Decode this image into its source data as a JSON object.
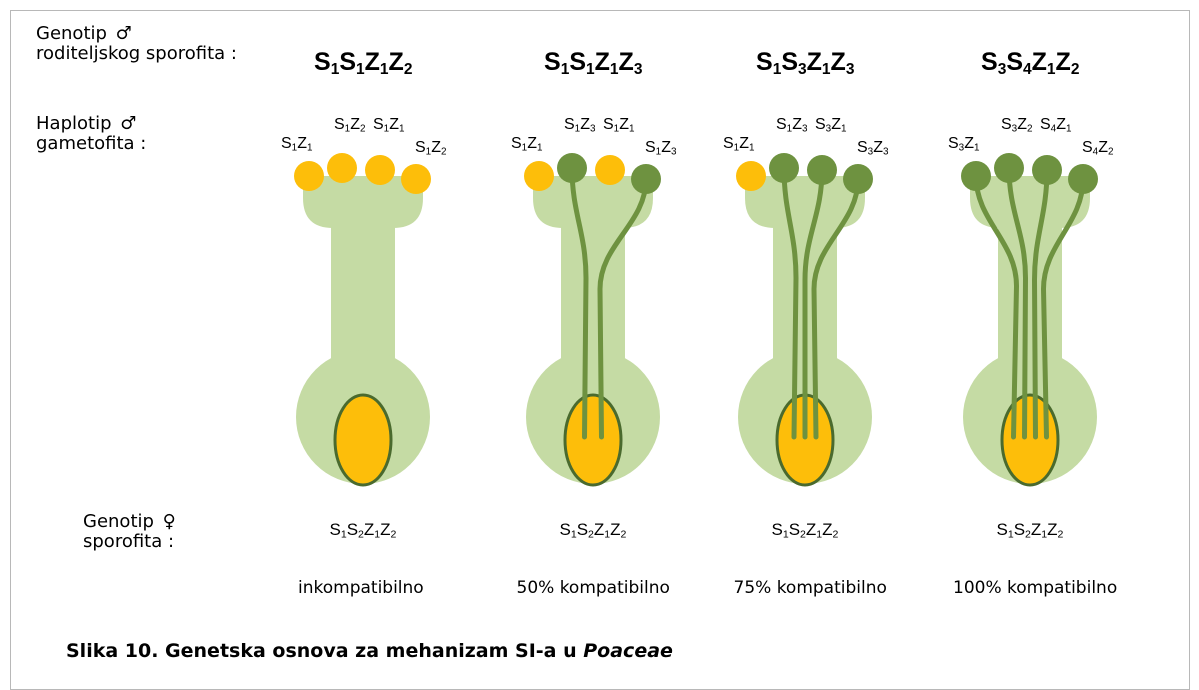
{
  "labels": {
    "male_parent_genotype": [
      "Genotip ",
      "roditeljskog sporofita :"
    ],
    "male_gametophyte_haplotype": [
      "Haplotip ",
      "gametofita :"
    ],
    "female_sporophyte_genotype": [
      "Genotip ",
      "sporofita :"
    ],
    "male_symbol": "♂",
    "female_symbol": "♀"
  },
  "columns": [
    {
      "parent_genotype": [
        [
          "S",
          "1"
        ],
        [
          "S",
          "1"
        ],
        [
          "Z",
          "1"
        ],
        [
          "Z",
          "2"
        ]
      ],
      "pollen": [
        {
          "label": [
            [
              "S",
              "1"
            ],
            [
              "Z",
              "1"
            ]
          ],
          "compatible": false
        },
        {
          "label": [
            [
              "S",
              "1"
            ],
            [
              "Z",
              "2"
            ]
          ],
          "compatible": false
        },
        {
          "label": [
            [
              "S",
              "1"
            ],
            [
              "Z",
              "1"
            ]
          ],
          "compatible": false
        },
        {
          "label": [
            [
              "S",
              "1"
            ],
            [
              "Z",
              "2"
            ]
          ],
          "compatible": false
        }
      ],
      "female_genotype": [
        [
          "S",
          "1"
        ],
        [
          "S",
          "2"
        ],
        [
          "Z",
          "1"
        ],
        [
          "Z",
          "2"
        ]
      ],
      "result": "inkompatibilno"
    },
    {
      "parent_genotype": [
        [
          "S",
          "1"
        ],
        [
          "S",
          "1"
        ],
        [
          "Z",
          "1"
        ],
        [
          "Z",
          "3"
        ]
      ],
      "pollen": [
        {
          "label": [
            [
              "S",
              "1"
            ],
            [
              "Z",
              "1"
            ]
          ],
          "compatible": false
        },
        {
          "label": [
            [
              "S",
              "1"
            ],
            [
              "Z",
              "3"
            ]
          ],
          "compatible": true
        },
        {
          "label": [
            [
              "S",
              "1"
            ],
            [
              "Z",
              "1"
            ]
          ],
          "compatible": false
        },
        {
          "label": [
            [
              "S",
              "1"
            ],
            [
              "Z",
              "3"
            ]
          ],
          "compatible": true
        }
      ],
      "female_genotype": [
        [
          "S",
          "1"
        ],
        [
          "S",
          "2"
        ],
        [
          "Z",
          "1"
        ],
        [
          "Z",
          "2"
        ]
      ],
      "result": "50% kompatibilno"
    },
    {
      "parent_genotype": [
        [
          "S",
          "1"
        ],
        [
          "S",
          "3"
        ],
        [
          "Z",
          "1"
        ],
        [
          "Z",
          "3"
        ]
      ],
      "pollen": [
        {
          "label": [
            [
              "S",
              "1"
            ],
            [
              "Z",
              "1"
            ]
          ],
          "compatible": false
        },
        {
          "label": [
            [
              "S",
              "1"
            ],
            [
              "Z",
              "3"
            ]
          ],
          "compatible": true
        },
        {
          "label": [
            [
              "S",
              "3"
            ],
            [
              "Z",
              "1"
            ]
          ],
          "compatible": true
        },
        {
          "label": [
            [
              "S",
              "3"
            ],
            [
              "Z",
              "3"
            ]
          ],
          "compatible": true
        }
      ],
      "female_genotype": [
        [
          "S",
          "1"
        ],
        [
          "S",
          "2"
        ],
        [
          "Z",
          "1"
        ],
        [
          "Z",
          "2"
        ]
      ],
      "result": "75% kompatibilno"
    },
    {
      "parent_genotype": [
        [
          "S",
          "3"
        ],
        [
          "S",
          "4"
        ],
        [
          "Z",
          "1"
        ],
        [
          "Z",
          "2"
        ]
      ],
      "pollen": [
        {
          "label": [
            [
              "S",
              "3"
            ],
            [
              "Z",
              "1"
            ]
          ],
          "compatible": true
        },
        {
          "label": [
            [
              "S",
              "3"
            ],
            [
              "Z",
              "2"
            ]
          ],
          "compatible": true
        },
        {
          "label": [
            [
              "S",
              "4"
            ],
            [
              "Z",
              "1"
            ]
          ],
          "compatible": true
        },
        {
          "label": [
            [
              "S",
              "4"
            ],
            [
              "Z",
              "2"
            ]
          ],
          "compatible": true
        }
      ],
      "female_genotype": [
        [
          "S",
          "1"
        ],
        [
          "S",
          "2"
        ],
        [
          "Z",
          "1"
        ],
        [
          "Z",
          "2"
        ]
      ],
      "result": "100% kompatibilno"
    }
  ],
  "caption": {
    "prefix": "Slika 10. Genetska osnova za mehanizam SI-a u ",
    "italic": "Poaceae"
  },
  "colors": {
    "pistil": "#c5dba4",
    "ovule": "#fdbe0a",
    "ovule_outline": "#4a6a2e",
    "incompatible_pollen": "#fdbe0a",
    "compatible_pollen": "#6e9240",
    "pollen_tube": "#6e9240"
  }
}
